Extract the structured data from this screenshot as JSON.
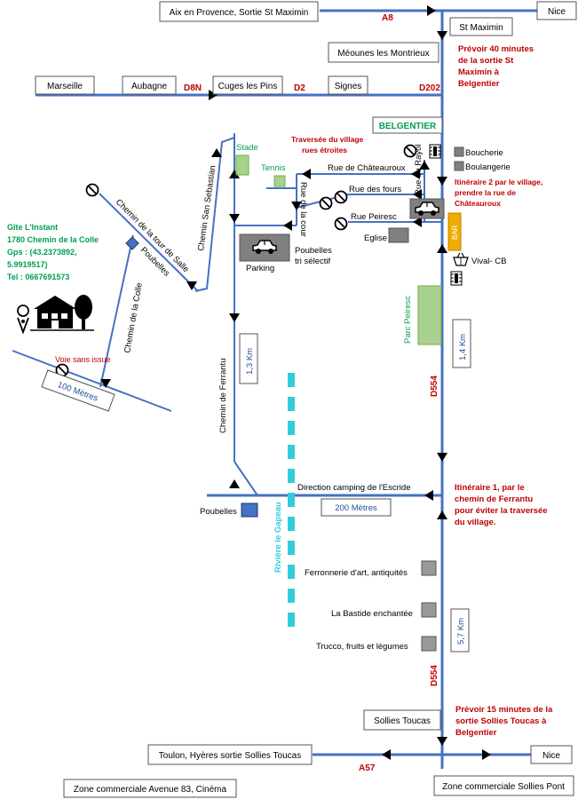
{
  "colors": {
    "road": "#4472c4",
    "road_label_red": "#c00000",
    "green_text": "#00a050",
    "teal_text": "#31849b",
    "river": "#33ccdd",
    "park_fill": "#a9d18e",
    "park_stroke": "#70ad47",
    "gray_building": "#808080",
    "bar_fill": "#f0ad00",
    "marker_blue": "#4472c4"
  },
  "boxes": {
    "aix": "Aix en Provence, Sortie St Maximin",
    "nice_top": "Nice",
    "st_maximin": "St Maximin",
    "meounes": "Méounes les Montrieux",
    "marseille": "Marseille",
    "aubagne": "Aubagne",
    "cuges": "Cuges les Pins",
    "signes": "Signes",
    "sollies_toucas": "Sollies Toucas",
    "toulon": "Toulon, Hyères sortie Sollies Toucas",
    "nice_bottom": "Nice",
    "zone_83": "Zone commerciale Avenue 83, Cinéma",
    "zone_sollies_pont": "Zone commerciale Sollies Pont",
    "belgentier": "BELGENTIER"
  },
  "road_codes": {
    "a8": "A8",
    "d8n": "D8N",
    "d2": "D2",
    "d202": "D202",
    "d554_top": "D554",
    "d554_bottom": "D554",
    "a57": "A57"
  },
  "notes": {
    "top_line1": "Prévoir 40 minutes",
    "top_line2": "de la sortie St",
    "top_line3": "Maximin à",
    "top_line4": "Belgentier",
    "village_line1": "Traversée du village",
    "village_line2": "rues étroites",
    "itin2_line1": "Itinéraire 2 par le village,",
    "itin2_line2": "prendre la rue de",
    "itin2_line3": "Châteauroux",
    "itin1_line1": "Itinéraire 1, par le",
    "itin1_line2": "chemin de Ferrantu",
    "itin1_line3": "pour éviter la traversée",
    "itin1_line4": "du village.",
    "bottom_line1": "Prévoir 15 minutes de la",
    "bottom_line2": "sortie Sollies Toucas à",
    "bottom_line3": "Belgentier",
    "voie_sans_issue": "Voie sans issue"
  },
  "gite": {
    "name": "Gîte L'Instant",
    "address": "1780 Chemin de la Colle",
    "gps_line1": "Gps : (43.2373892,",
    "gps_line2": "5.9919517)",
    "tel": "Tel : 0667691573"
  },
  "streets": {
    "chemin_tour_salle": "Chemin de la tour de Salle",
    "chemin_colle": "Chemin de la Colle",
    "chemin_san_sebastian": "Chemin San Sebastian",
    "chemin_ferrantu": "Chemin de Ferrantu",
    "rue_chateauroux": "Rue de Châteauroux",
    "rue_fours": "Rue des fours",
    "rue_cour": "Rue de la cour",
    "rue_peiresc": "Rue Peiresc",
    "rue_rayol": "Rue du Rayol",
    "direction_camping": "Direction camping de l'Escride",
    "riviere": "Rivière le Gapeau",
    "parc_peiresc": "Parc Peiresc"
  },
  "places": {
    "stade": "Stade",
    "tennis": "Tennis",
    "parking": "Parking",
    "poubelles_tri_line1": "Poubelles",
    "poubelles_tri_line2": "tri sélectif",
    "poubelles_colle": "Poubelles",
    "poubelles_ferrantu": "Poubelles",
    "boucherie": "Boucherie",
    "boulangerie": "Boulangerie",
    "eglise": "Eglise",
    "bar": "BAR",
    "vival": "Vival- CB",
    "ferronnerie": "Ferronnerie d'art, antiquités",
    "bastide": "La Bastide enchantée",
    "trucco": "Trucco, fruits et légumes"
  },
  "distances": {
    "d100": "100 Mètres",
    "d13": "1,3 Km",
    "d14": "1,4 Km",
    "d200": "200 Mètres",
    "d57": "5,7 Km"
  },
  "icons": {
    "no_entry": "no-entry-sign-icon",
    "traffic_light": "traffic-light-icon",
    "car": "car-icon",
    "house": "house-icon",
    "tree": "tree-icon",
    "location_pin": "location-pin-icon",
    "basket": "shopping-basket-icon",
    "arrow": "direction-arrow-icon"
  }
}
